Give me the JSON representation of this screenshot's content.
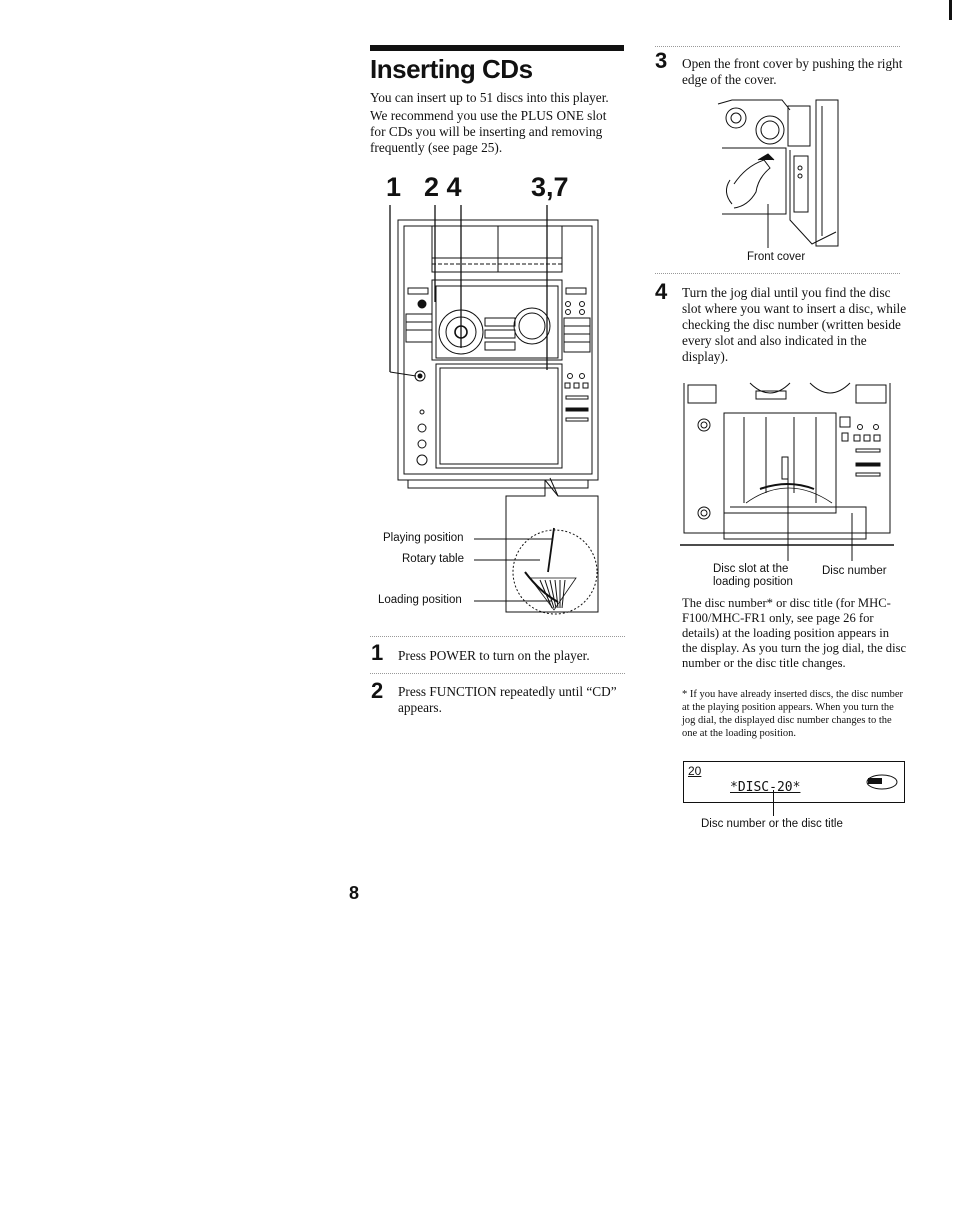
{
  "page": {
    "title": "Inserting CDs",
    "intro1": "You can insert up to 51 discs into this player.",
    "intro2": "We recommend you use the PLUS ONE slot for CDs you will be inserting and removing frequently (see page 25).",
    "page_number": "8"
  },
  "figure_main": {
    "callout_1": "1",
    "callout_24": "2 4",
    "callout_37": "3,7",
    "label_playing": "Playing position",
    "label_rotary": "Rotary table",
    "label_loading": "Loading position"
  },
  "steps": {
    "s1": {
      "num": "1",
      "text": "Press POWER to turn on the player."
    },
    "s2": {
      "num": "2",
      "text": "Press FUNCTION repeatedly until “CD” appears."
    },
    "s3": {
      "num": "3",
      "text": "Open the front cover by pushing the right edge of the cover."
    },
    "s4": {
      "num": "4",
      "text": "Turn the jog dial until you find the disc slot where you want to insert a disc, while checking the disc number (written beside every slot and also indicated in the display)."
    }
  },
  "figure_cover": {
    "label_front_cover": "Front cover"
  },
  "figure_slot": {
    "label_disc_slot": "Disc slot at the loading position",
    "label_disc_number": "Disc number"
  },
  "notes": {
    "para": "The disc number* or disc title (for MHC-F100/MHC-FR1 only, see page 26 for details) at the loading position appears in the display. As you turn the jog dial, the disc number or the disc title changes.",
    "footnote": "* If you have already inserted discs, the disc number at the playing position appears. When you turn the jog dial, the displayed disc number changes to the one at the loading position."
  },
  "display": {
    "disc_num": "20",
    "text": "*DISC-20*",
    "caption": "Disc number or the disc title"
  }
}
